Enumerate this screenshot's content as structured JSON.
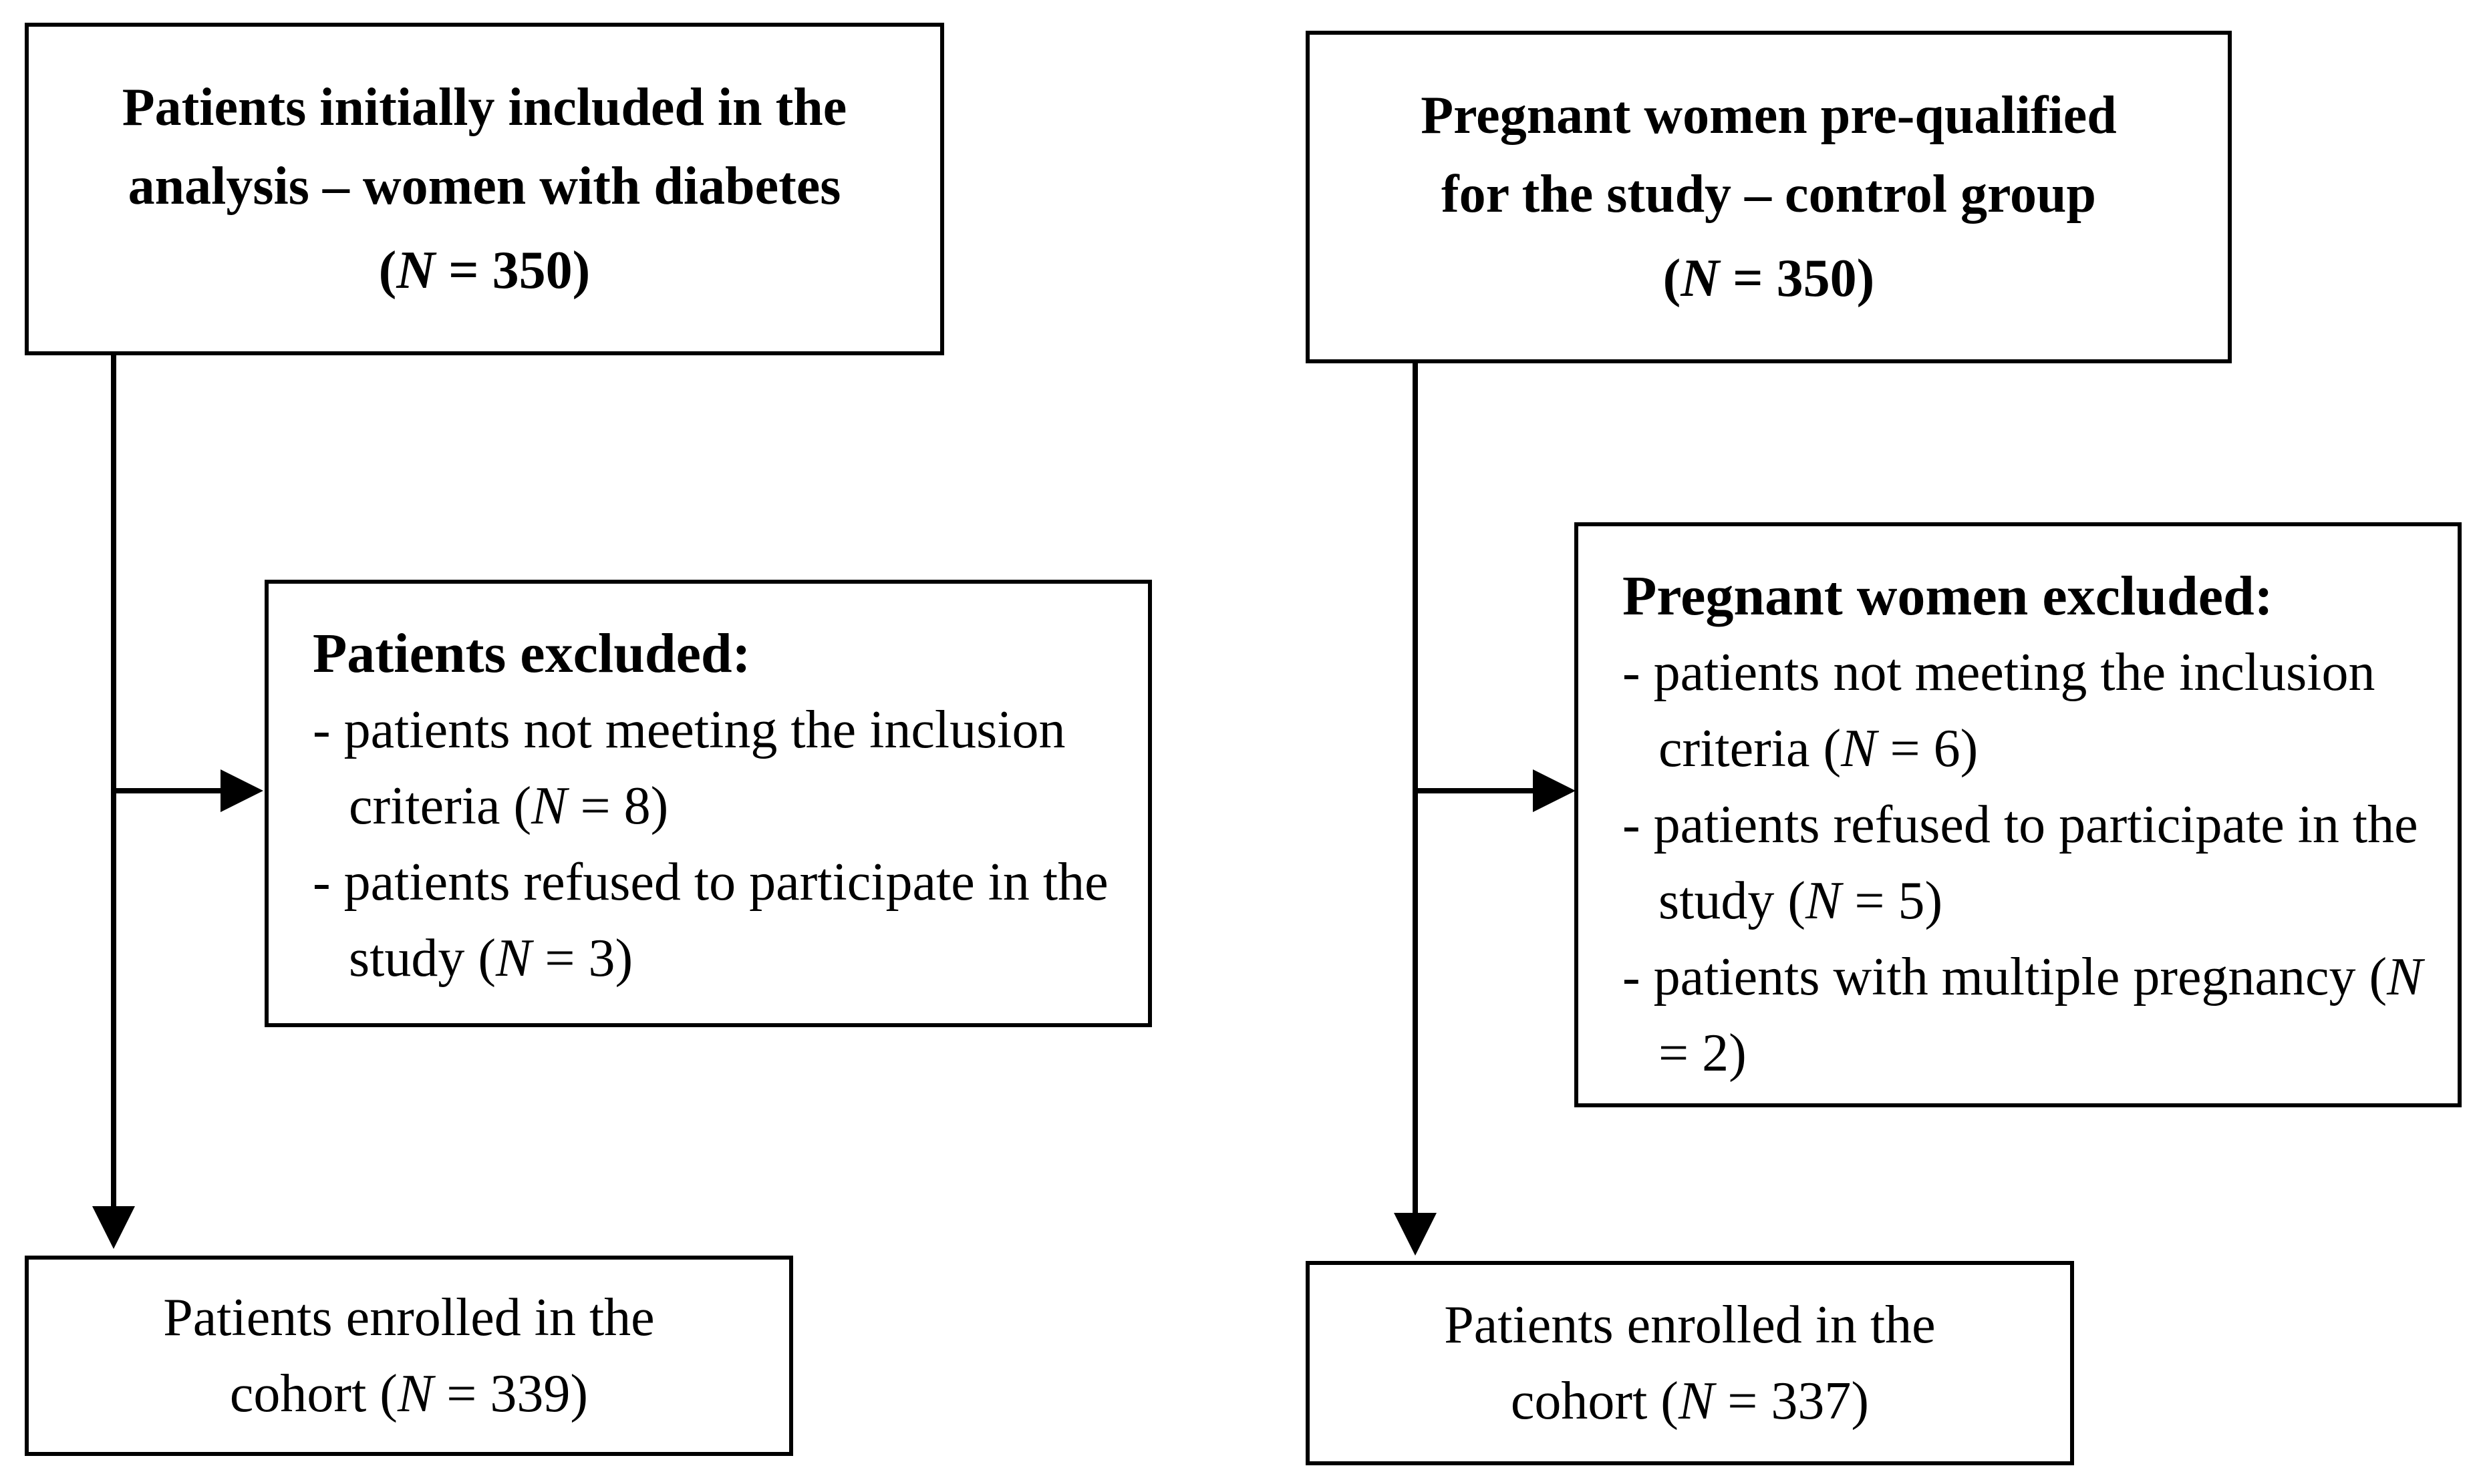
{
  "left": {
    "top_box": {
      "line1": "Patients initially included in the",
      "line2": "analysis – women with diabetes",
      "n_open": "(",
      "n_sym": "N",
      "n_rest": " = 350)"
    },
    "excluded_box": {
      "title": "Patients excluded:",
      "items": [
        {
          "text": "- patients not meeting the inclusion criteria (",
          "n_sym": "N",
          "n_rest": " = 8)"
        },
        {
          "text": "- patients refused to participate in the study (",
          "n_sym": "N",
          "n_rest": " = 3)"
        }
      ]
    },
    "enrolled_box": {
      "line1": "Patients enrolled in the",
      "line2": "cohort (",
      "n_sym": "N",
      "n_rest": " = 339)"
    }
  },
  "right": {
    "top_box": {
      "line1": "Pregnant women pre-qualified",
      "line2": "for the study – control group",
      "n_open": "(",
      "n_sym": "N",
      "n_rest": " = 350)"
    },
    "excluded_box": {
      "title": "Pregnant women excluded:",
      "items": [
        {
          "text": "- patients not meeting the inclusion criteria (",
          "n_sym": "N",
          "n_rest": " = 6)"
        },
        {
          "text": "- patients refused to participate in the study (",
          "n_sym": "N",
          "n_rest": " = 5)"
        },
        {
          "text": "- patients with multiple pregnancy (",
          "n_sym": "N",
          "n_rest": " = 2)"
        }
      ]
    },
    "enrolled_box": {
      "line1": "Patients enrolled in the",
      "line2": "cohort (",
      "n_sym": "N",
      "n_rest": " = 337)"
    }
  }
}
